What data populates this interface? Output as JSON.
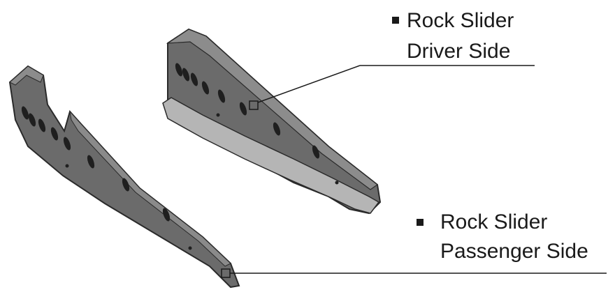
{
  "callouts": {
    "driver": {
      "line1": "Rock Slider",
      "line2": "Driver Side"
    },
    "passenger": {
      "line1": "Rock Slider",
      "line2": "Passenger Side"
    }
  },
  "colors": {
    "part_fill": "#6b6b6b",
    "part_light": "#8c8c8c",
    "part_dark": "#4a4a4a",
    "part_outline": "#2a2a2a",
    "slot": "#1f1f1f",
    "leader": "#1a1a1a"
  }
}
